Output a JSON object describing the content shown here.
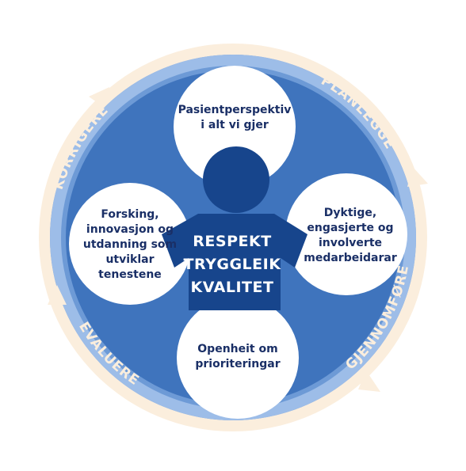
{
  "cycle": {
    "labels": [
      "PLANLEGGE",
      "GJENNOMFØRE",
      "EVALUERE",
      "KORRIGERE"
    ]
  },
  "circles": {
    "top": "Pasientperspektiv i alt vi gjer",
    "left": "Forsking, innovasjon og utdanning som utviklar tenestene",
    "right": "Dyktige, engasjerte og involverte medarbeidarar",
    "bottom": "Openheit om prioriteringar"
  },
  "center": {
    "line1": "RESPEKT",
    "line2": "TRYGGLEIK",
    "line3": "KVALITET"
  },
  "colors": {
    "outer_ring": "#fbeedd",
    "outer_blue": "#6d9ad6",
    "inner_blue": "#3f74bd",
    "figure": "#17458c",
    "text_dark": "#1a2f66"
  }
}
